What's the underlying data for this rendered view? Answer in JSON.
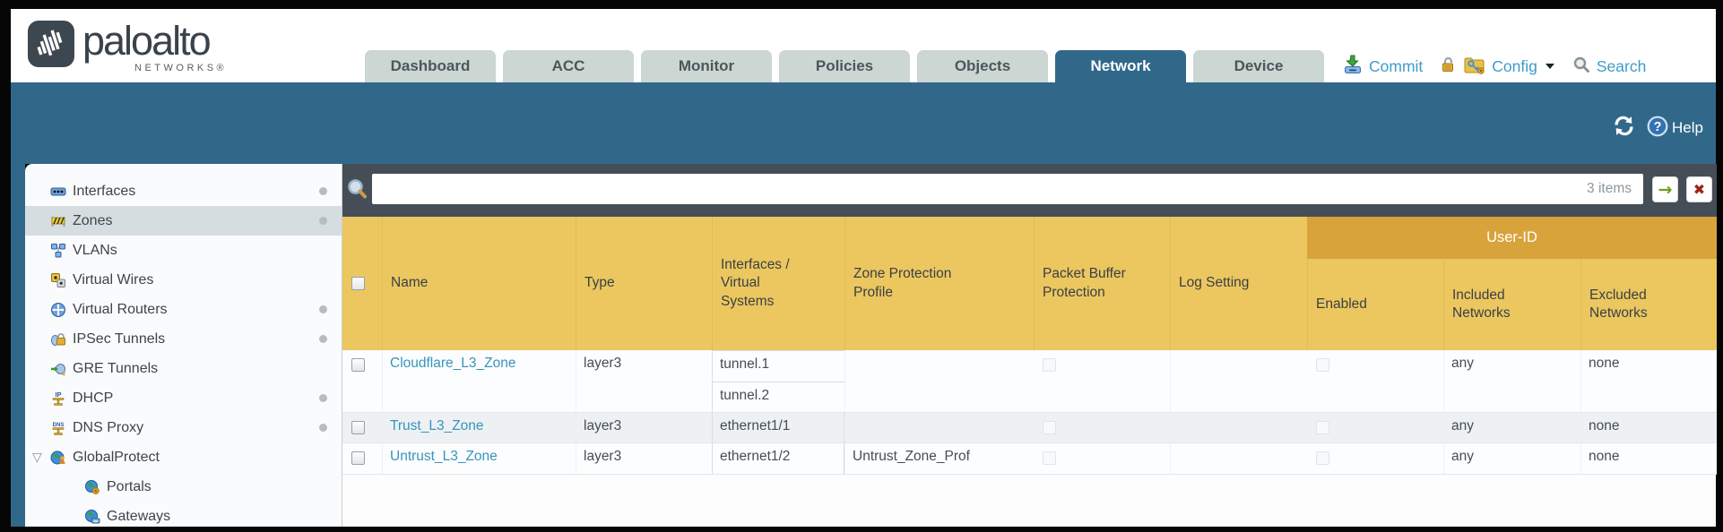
{
  "brand": {
    "name": "paloalto",
    "networks": "NETWORKS®"
  },
  "tabs": [
    {
      "label": "Dashboard",
      "active": false
    },
    {
      "label": "ACC",
      "active": false
    },
    {
      "label": "Monitor",
      "active": false
    },
    {
      "label": "Policies",
      "active": false
    },
    {
      "label": "Objects",
      "active": false
    },
    {
      "label": "Network",
      "active": true
    },
    {
      "label": "Device",
      "active": false
    }
  ],
  "toolbar": {
    "commit_label": "Commit",
    "config_label": "Config",
    "search_label": "Search"
  },
  "band": {
    "help_label": "Help"
  },
  "sidebar": {
    "items": [
      {
        "label": "Interfaces",
        "icon": "interfaces-icon",
        "dot": true
      },
      {
        "label": "Zones",
        "icon": "zones-icon",
        "selected": true,
        "dot": true
      },
      {
        "label": "VLANs",
        "icon": "vlans-icon"
      },
      {
        "label": "Virtual Wires",
        "icon": "virtual-wires-icon"
      },
      {
        "label": "Virtual Routers",
        "icon": "virtual-routers-icon",
        "dot": true
      },
      {
        "label": "IPSec Tunnels",
        "icon": "ipsec-tunnels-icon",
        "dot": true
      },
      {
        "label": "GRE Tunnels",
        "icon": "gre-tunnels-icon"
      },
      {
        "label": "DHCP",
        "icon": "dhcp-icon",
        "dot": true
      },
      {
        "label": "DNS Proxy",
        "icon": "dns-proxy-icon",
        "dot": true
      },
      {
        "label": "GlobalProtect",
        "icon": "globalprotect-icon",
        "expandable": true
      },
      {
        "label": "Portals",
        "icon": "portals-icon",
        "child": true
      },
      {
        "label": "Gateways",
        "icon": "gateways-icon",
        "child": true
      }
    ]
  },
  "filter": {
    "value": "",
    "items_count": "3 items"
  },
  "table": {
    "group_header": "User-ID",
    "columns": {
      "name": "Name",
      "type": "Type",
      "interfaces": "Interfaces / Virtual Systems",
      "zone_protection": "Zone Protection Profile",
      "packet_buffer": "Packet Buffer Protection",
      "log_setting": "Log Setting",
      "enabled": "Enabled",
      "included": "Included Networks",
      "excluded": "Excluded Networks"
    },
    "rows": [
      {
        "name": "Cloudflare_L3_Zone",
        "type": "layer3",
        "interfaces": [
          "tunnel.1",
          "tunnel.2"
        ],
        "zone_protection": "",
        "log_setting": "",
        "included": "any",
        "excluded": "none"
      },
      {
        "name": "Trust_L3_Zone",
        "type": "layer3",
        "interfaces": [
          "ethernet1/1"
        ],
        "zone_protection": "",
        "log_setting": "",
        "included": "any",
        "excluded": "none"
      },
      {
        "name": "Untrust_L3_Zone",
        "type": "layer3",
        "interfaces": [
          "ethernet1/2"
        ],
        "zone_protection": "Untrust_Zone_Prof",
        "log_setting": "",
        "included": "any",
        "excluded": "none"
      }
    ]
  },
  "colors": {
    "teal": "#31688a",
    "header_orange": "#ecc75f",
    "user_id_band": "#d8a33b",
    "link_blue": "#3794ba",
    "filter_bar": "#454e57",
    "tab_inactive": "#ccd6d2"
  }
}
